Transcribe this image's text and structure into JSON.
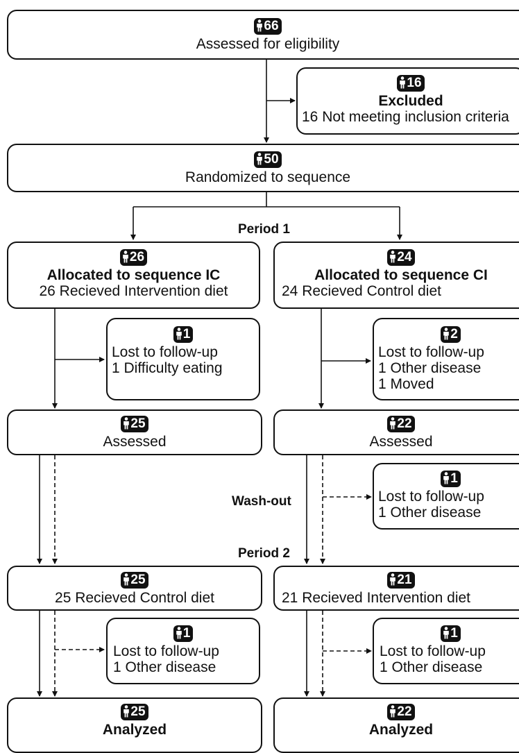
{
  "boxes": {
    "eligibility": {
      "count": "66",
      "lines": [
        "Assessed for eligibility"
      ]
    },
    "excluded": {
      "count": "16",
      "title": "Excluded",
      "lines": [
        "16 Not meeting inclusion criteria"
      ]
    },
    "randomized": {
      "count": "50",
      "lines": [
        "Randomized to sequence"
      ]
    },
    "alloc_ic": {
      "count": "26",
      "title": "Allocated to sequence IC",
      "lines": [
        "26 Recieved Intervention diet"
      ]
    },
    "alloc_ci": {
      "count": "24",
      "title": "Allocated to sequence CI",
      "lines": [
        "24 Recieved Control diet"
      ]
    },
    "lost_ic_p1": {
      "count": "1",
      "lines": [
        "Lost to follow-up",
        "1 Difficulty eating"
      ]
    },
    "lost_ci_p1": {
      "count": "2",
      "lines": [
        "Lost to follow-up",
        "1 Other disease",
        "1 Moved"
      ]
    },
    "assessed_ic": {
      "count": "25",
      "lines": [
        "Assessed"
      ]
    },
    "assessed_ci": {
      "count": "22",
      "lines": [
        "Assessed"
      ]
    },
    "lost_ci_washout": {
      "count": "1",
      "lines": [
        "Lost to follow-up",
        "1 Other disease"
      ]
    },
    "p2_ic": {
      "count": "25",
      "lines": [
        "25 Recieved Control diet"
      ]
    },
    "p2_ci": {
      "count": "21",
      "lines": [
        "21 Recieved Intervention diet"
      ]
    },
    "lost_ic_p2": {
      "count": "1",
      "lines": [
        "Lost to follow-up",
        "1 Other disease"
      ]
    },
    "lost_ci_p2": {
      "count": "1",
      "lines": [
        "Lost to follow-up",
        "1 Other disease"
      ]
    },
    "analyzed_ic": {
      "count": "25",
      "title": "Analyzed"
    },
    "analyzed_ci": {
      "count": "22",
      "title": "Analyzed"
    }
  },
  "phases": {
    "period1": "Period 1",
    "washout": "Wash-out",
    "period2": "Period 2"
  },
  "icons": {
    "participant": "person-icon"
  }
}
